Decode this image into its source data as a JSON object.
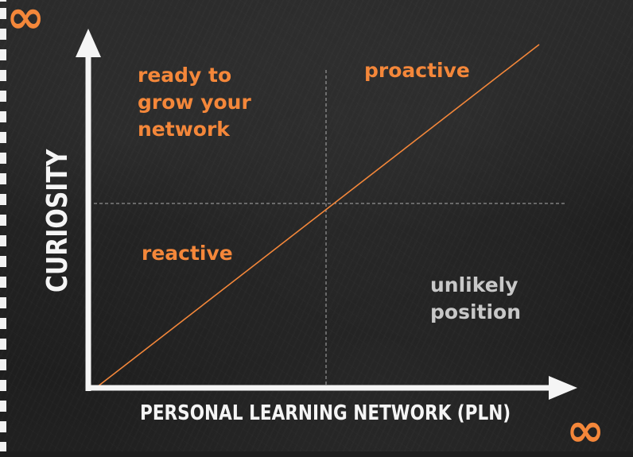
{
  "quadrants": {
    "top_left": "ready to\ngrow your\nnetwork",
    "top_right": "proactive",
    "bottom_left": "reactive",
    "bottom_right": "unlikely\nposition"
  },
  "axes": {
    "x_label": "PERSONAL LEARNING NETWORK (PLN)",
    "y_label": "CURIOSITY"
  },
  "corners": {
    "y_max": "∞",
    "x_max": "∞"
  },
  "colors": {
    "accent": "#f4873a",
    "chalk": "#f5f5f5",
    "muted": "#c8c8c8",
    "board": "#1e1e1e"
  }
}
